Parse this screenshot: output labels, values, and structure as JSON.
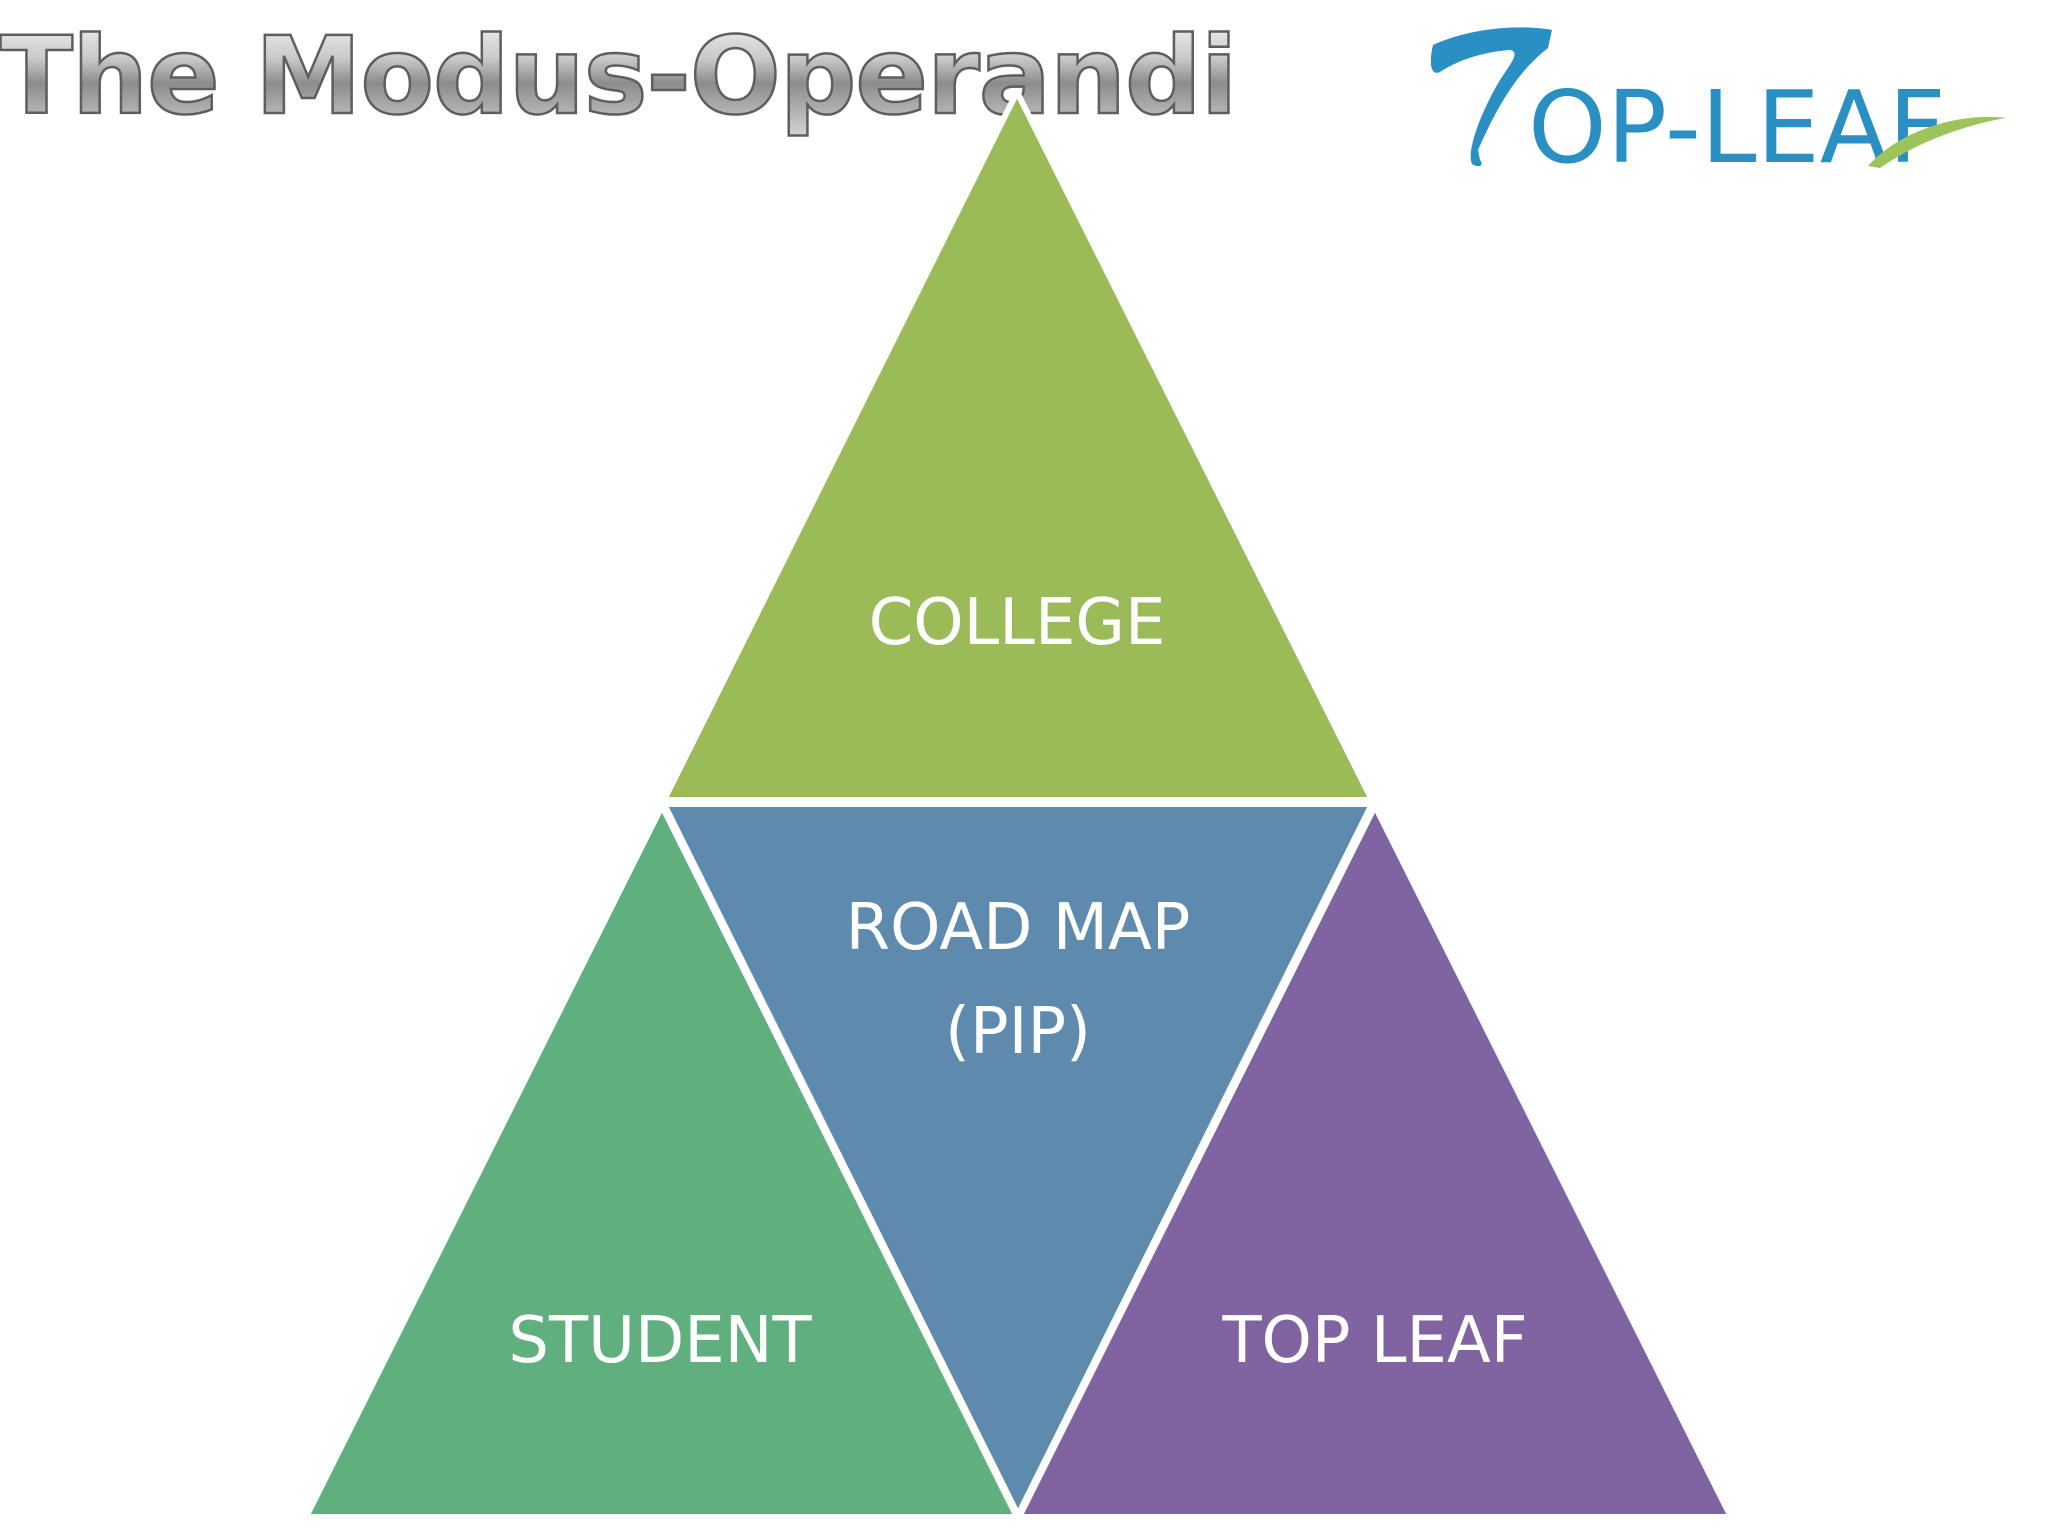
{
  "title": "The Modus-Operandi",
  "logo": {
    "initial": "7",
    "text": "OP-LEAF",
    "accent_color": "#2a8fc3",
    "leaf_color": "#9dc35b"
  },
  "diagram": {
    "top": {
      "label": "COLLEGE",
      "color": "#9bbb59"
    },
    "center": {
      "label_line1": "ROAD MAP",
      "label_line2": "(PIP)",
      "color": "#5e8bad"
    },
    "left": {
      "label": "STUDENT",
      "color": "#60b07f"
    },
    "right": {
      "label": "TOP LEAF",
      "color": "#8064a2"
    }
  }
}
